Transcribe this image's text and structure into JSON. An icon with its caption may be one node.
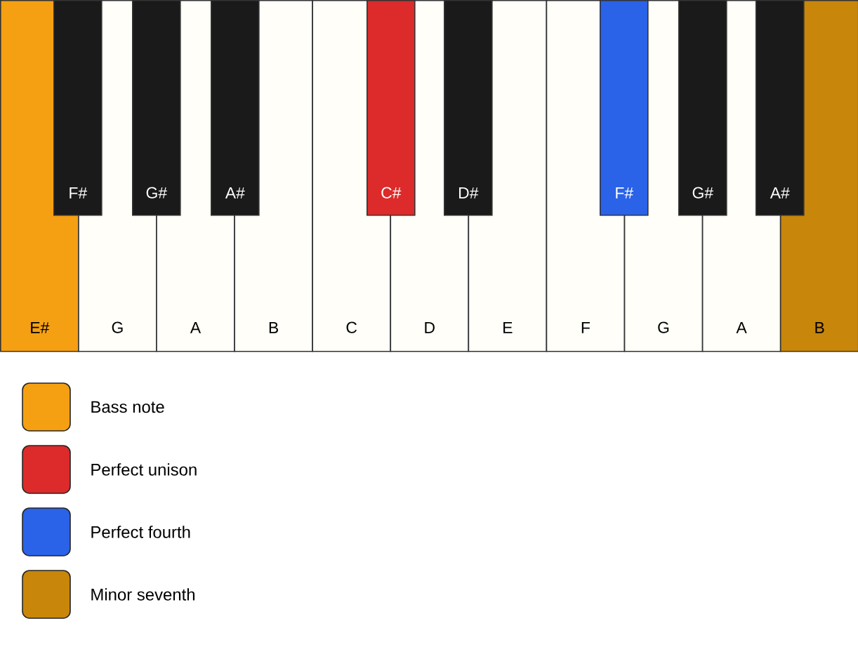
{
  "diagram": {
    "nodes": [
      {
        "text": [
          "E#"
        ]
      },
      {
        "text": [
          "G"
        ]
      },
      {
        "text": [
          "A"
        ]
      },
      {
        "text": [
          "B"
        ]
      },
      {
        "text": [
          "C"
        ]
      },
      {
        "text": [
          "D"
        ]
      },
      {
        "text": [
          "E"
        ]
      },
      {
        "text": [
          "F"
        ]
      },
      {
        "text": [
          "G"
        ]
      },
      {
        "text": [
          "A"
        ]
      },
      {
        "text": [
          "B"
        ]
      },
      {
        "text": [
          "F#"
        ]
      },
      {
        "text": [
          "G#"
        ]
      },
      {
        "text": [
          "A#"
        ]
      },
      {
        "text": [
          "C#"
        ]
      },
      {
        "text": [
          "D#"
        ]
      },
      {
        "text": [
          "F#"
        ]
      },
      {
        "text": [
          "G#"
        ]
      },
      {
        "text": [
          "A#"
        ]
      }
    ],
    "legend": [
      {
        "text": "Bass note",
        "color": "#f5a012"
      },
      {
        "text": "Perfect unison",
        "color": "#dd2a2a"
      },
      {
        "text": "Perfect fourth",
        "color": "#2a62e8"
      },
      {
        "text": "Minor seventh",
        "color": "#c8860a"
      }
    ]
  }
}
